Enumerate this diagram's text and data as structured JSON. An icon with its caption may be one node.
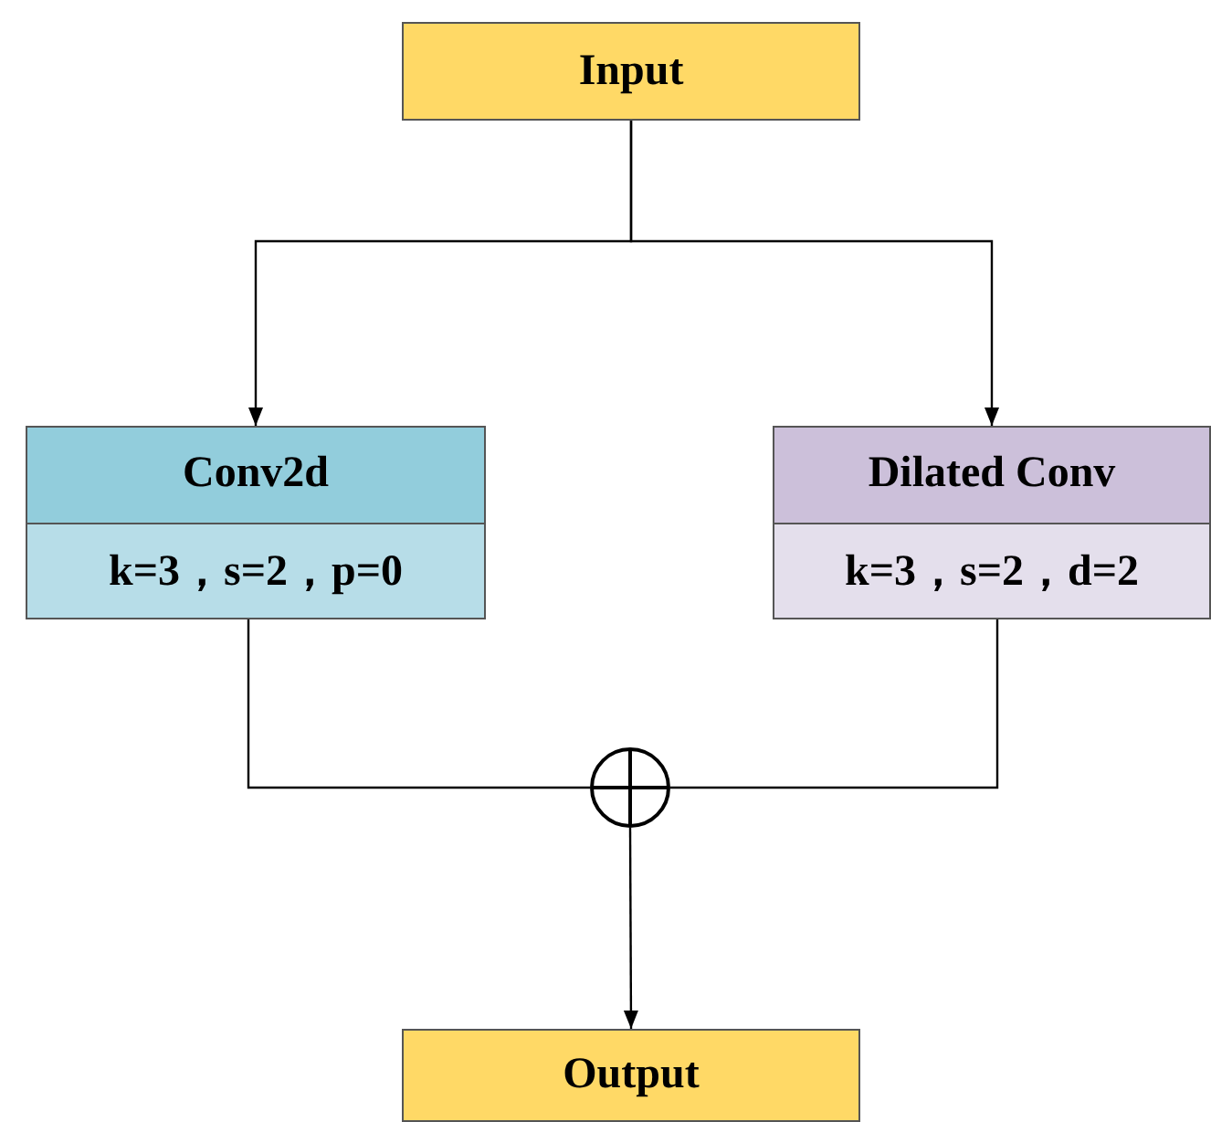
{
  "diagram": {
    "nodes": [
      {
        "text": [
          "Input"
        ]
      },
      {
        "text": [
          "Conv2d",
          "k=3，s=2，p=0"
        ]
      },
      {
        "text": [
          "Dilated Conv",
          "k=3，s=2，d=2"
        ]
      },
      {
        "text": [],
        "shape": "circle"
      },
      {
        "text": [
          "Output"
        ]
      }
    ],
    "edges": [
      {
        "from": 0,
        "to": 1,
        "arrow": "to"
      },
      {
        "from": 0,
        "to": 2,
        "arrow": "to"
      },
      {
        "from": 1,
        "to": 3,
        "arrow": "none"
      },
      {
        "from": 2,
        "to": 3,
        "arrow": "none"
      },
      {
        "from": 3,
        "to": 4,
        "arrow": "to"
      }
    ]
  }
}
